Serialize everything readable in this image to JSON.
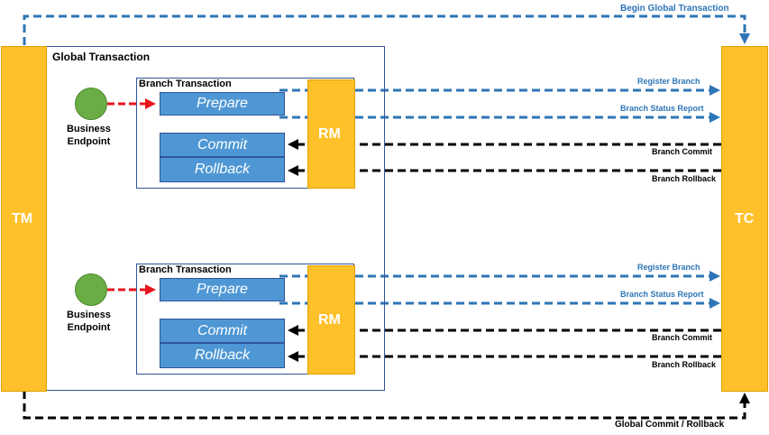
{
  "tm_label": "TM",
  "tc_label": "TC",
  "rm_label": "RM",
  "global_transaction_label": "Global Transaction",
  "begin_global_label": "Begin Global Transaction",
  "global_commit_label": "Global Commit / Rollback",
  "branches": [
    {
      "title": "Branch Transaction",
      "endpoint_label": "Business\nEndpoint",
      "steps": [
        "Prepare",
        "Commit",
        "Rollback"
      ],
      "messages": [
        "Register Branch",
        "Branch Status Report",
        "Branch Commit",
        "Branch Rollback"
      ]
    },
    {
      "title": "Branch Transaction",
      "endpoint_label": "Business\nEndpoint",
      "steps": [
        "Prepare",
        "Commit",
        "Rollback"
      ],
      "messages": [
        "Register Branch",
        "Branch Status Report",
        "Branch Commit",
        "Branch Rollback"
      ]
    }
  ],
  "colors": {
    "orange": "#ffc12a",
    "blue_arrow": "#2e75b6",
    "step_blue": "#4e97d4",
    "red_arrow": "#e8141c",
    "endpoint_green": "#6aac46",
    "frame": "#2f5597"
  }
}
